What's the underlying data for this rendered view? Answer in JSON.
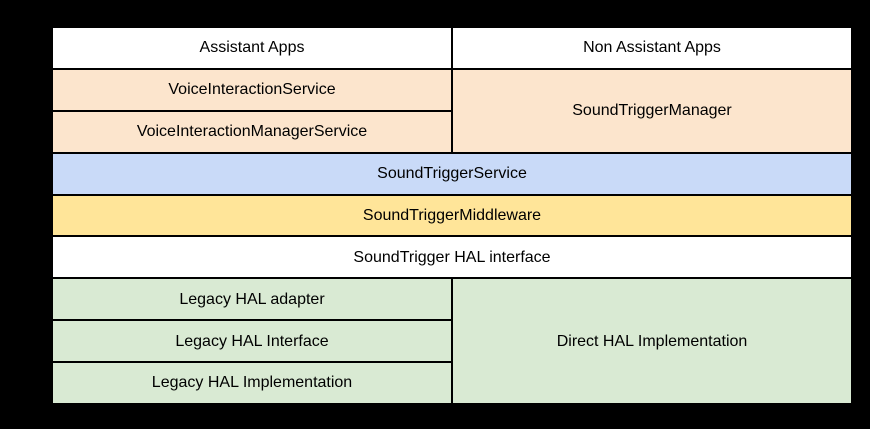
{
  "diagram": {
    "layers": {
      "apps": {
        "assistant": "Assistant Apps",
        "non_assistant": "Non Assistant Apps"
      },
      "framework": {
        "voice_interaction_service": "VoiceInteractionService",
        "voice_interaction_manager_service": "VoiceInteractionManagerService",
        "sound_trigger_manager": "SoundTriggerManager"
      },
      "system": {
        "sound_trigger_service": "SoundTriggerService",
        "sound_trigger_middleware": "SoundTriggerMiddleware",
        "sound_trigger_hal_interface": "SoundTrigger HAL interface"
      },
      "hal": {
        "legacy_hal_adapter": "Legacy HAL adapter",
        "legacy_hal_interface": "Legacy HAL Interface",
        "legacy_hal_implementation": "Legacy HAL Implementation",
        "direct_hal_implementation": "Direct HAL Implementation"
      }
    },
    "colors": {
      "page_background": "#000000",
      "grid_line": "#000000",
      "text": "#000000",
      "apps_row": "#ffffff",
      "framework_layer": "#fce5cd",
      "service_layer": "#c9daf8",
      "middleware_layer": "#ffe599",
      "hal_interface_row": "#ffffff",
      "hal_layer": "#d9ead3"
    }
  }
}
